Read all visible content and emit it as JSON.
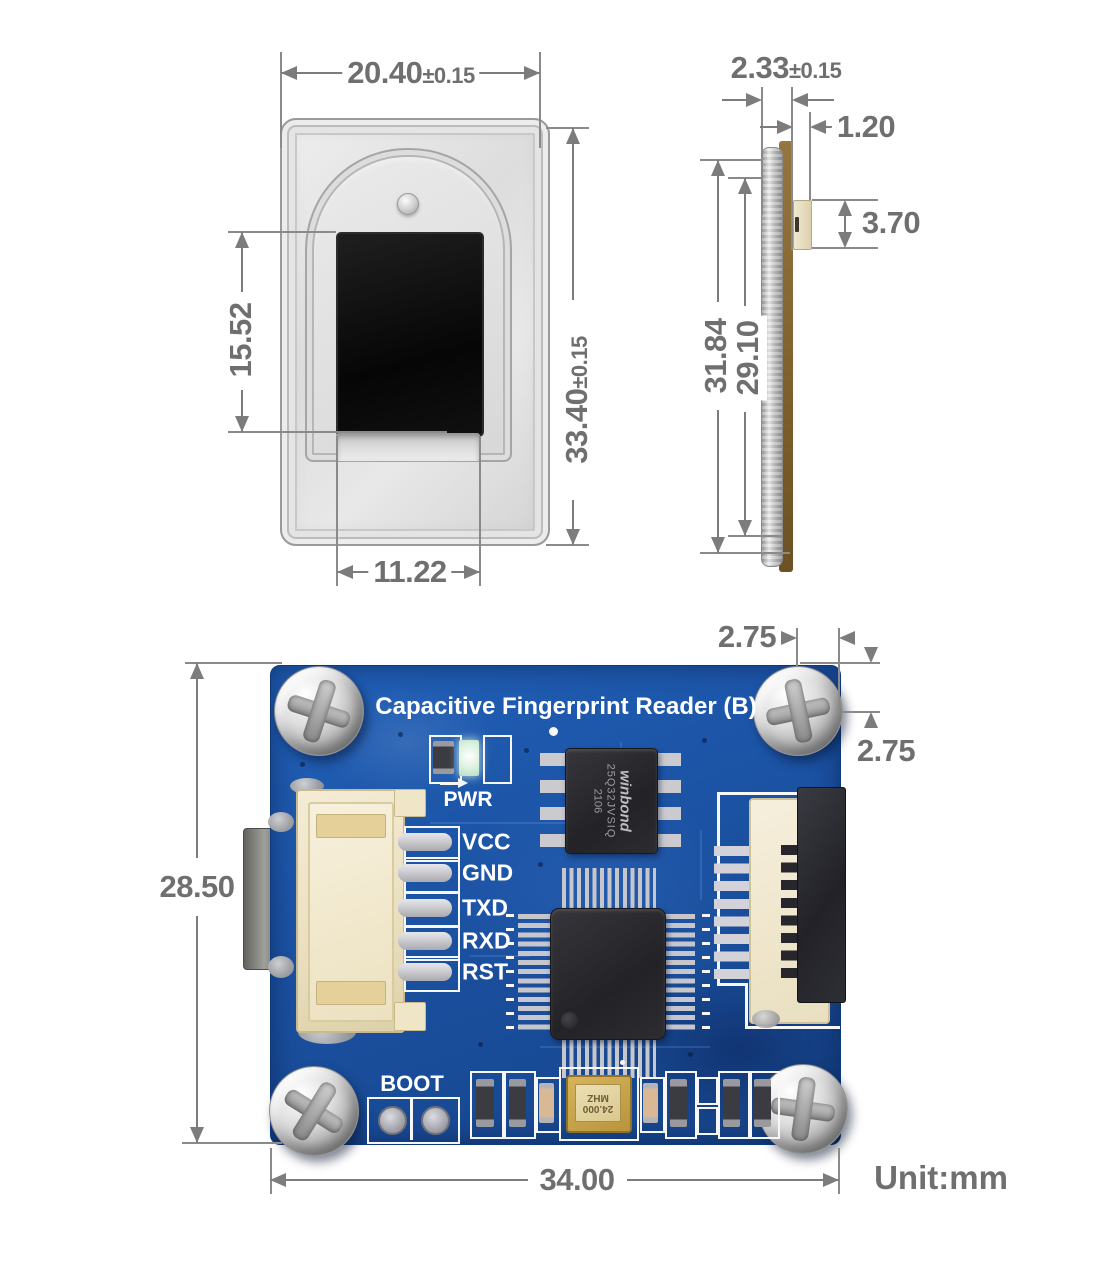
{
  "unit_label": "Unit:mm",
  "front_view": {
    "width": "20.40",
    "width_tol": "±0.15",
    "height": "33.40",
    "height_tol": "±0.15",
    "window_height": "15.52",
    "window_width": "11.22"
  },
  "side_view": {
    "thickness": "2.33",
    "thickness_tol": "±0.15",
    "connector_offset": "1.20",
    "connector_height": "3.70",
    "outer_length": "31.84",
    "inner_length": "29.10"
  },
  "board_view": {
    "title": "Capacitive Fingerprint Reader (B)",
    "pwr_label": "PWR",
    "boot_label": "BOOT",
    "pin_labels": [
      "VCC",
      "GND",
      "TXD",
      "RXD",
      "RST"
    ],
    "flash_chip": {
      "brand": "winbond",
      "part": "25Q32JVSIQ",
      "lot": "2106"
    },
    "crystal": {
      "freq": "24.000",
      "unit": "MHZ"
    },
    "width": "34.00",
    "height": "28.50",
    "screw_offset_h": "2.75",
    "screw_offset_v": "2.75"
  },
  "colors": {
    "pcb_blue": "#1c55a9",
    "dimension_gray": "#6f6f6f",
    "silkscreen_white": "#f7f7f7",
    "sensor_window_black": "#0c0c0c"
  }
}
